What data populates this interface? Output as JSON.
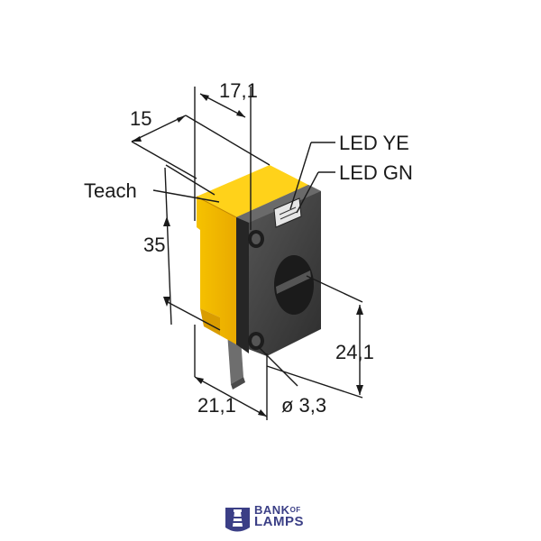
{
  "labels": {
    "dim_top": "17,1",
    "dim_width": "15",
    "teach": "Teach",
    "dim_height": "35",
    "led_ye": "LED YE",
    "led_gn": "LED GN",
    "dim_lens": "24,1",
    "dim_depth": "21,1",
    "dim_hole": "ø 3,3"
  },
  "logo": {
    "line1": "BANK",
    "line1_suffix": "OF",
    "line2": "LAMPS",
    "color": "#3b3f86"
  },
  "colors": {
    "housing_yellow": "#f3b800",
    "housing_dark": "#3d3d3d",
    "lens": "#1b1b1b"
  }
}
